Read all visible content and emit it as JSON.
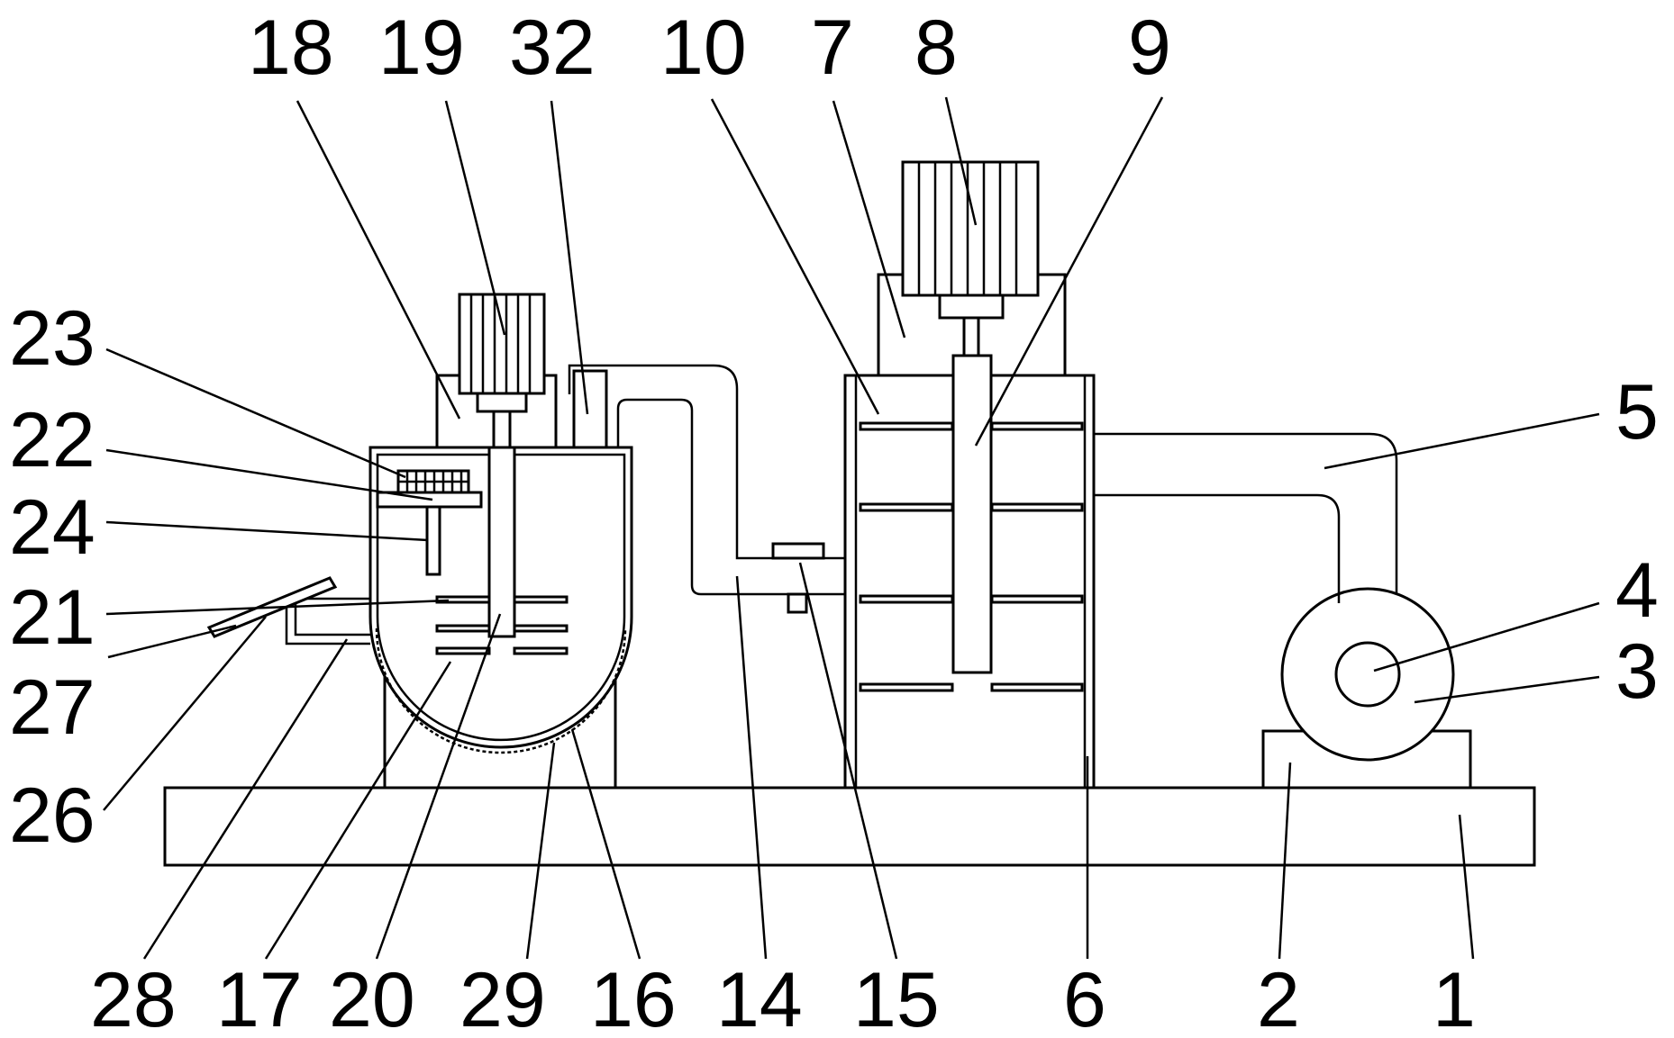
{
  "labels": {
    "l1": "1",
    "l2": "2",
    "l3": "3",
    "l4": "4",
    "l5": "5",
    "l6": "6",
    "l7": "7",
    "l8": "8",
    "l9": "9",
    "l10": "10",
    "l14": "14",
    "l15": "15",
    "l16": "16",
    "l17": "17",
    "l18": "18",
    "l19": "19",
    "l20": "20",
    "l21": "21",
    "l22": "22",
    "l23": "23",
    "l24": "24",
    "l26": "26",
    "l27": "27",
    "l28": "28",
    "l29": "29",
    "l32": "32"
  }
}
